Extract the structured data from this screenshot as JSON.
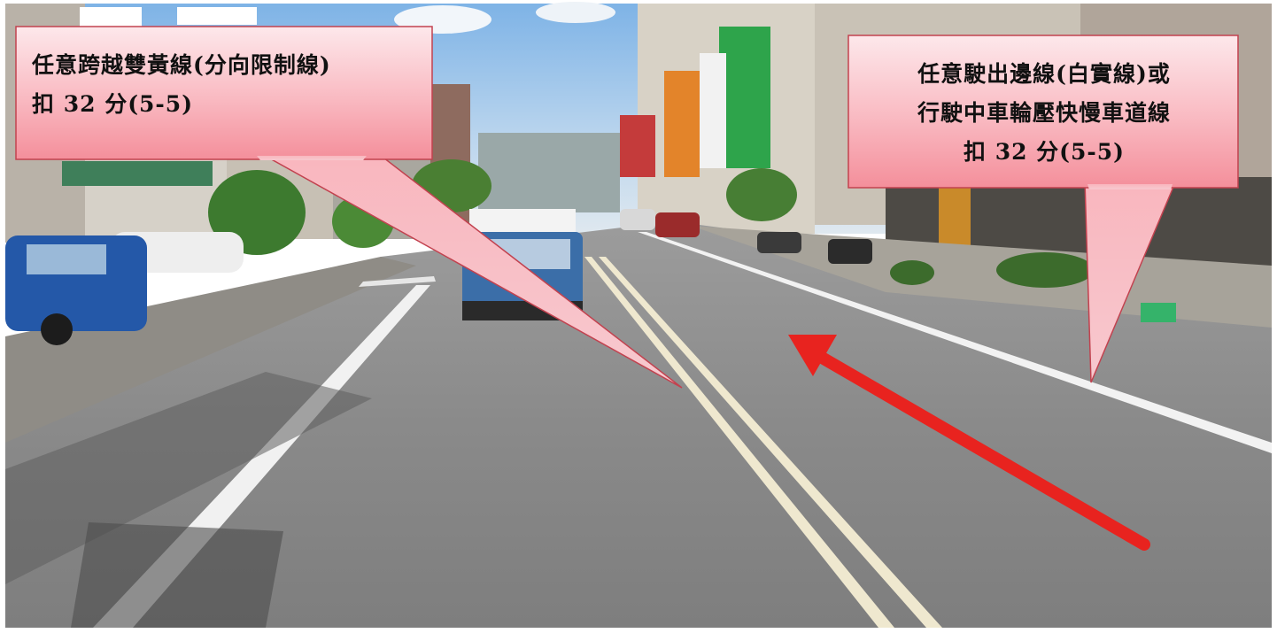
{
  "scene": {
    "description_label": "street-view-photo",
    "arrow_color": "#e8231f",
    "callout_fill_top": "#fbe3e6",
    "callout_fill_bottom": "#f59ca6",
    "callout_border": "#c2424f"
  },
  "callouts": {
    "left": {
      "lines": [
        "任意跨越雙黃線(分向限制線)",
        "扣 32 分(5-5)"
      ]
    },
    "right": {
      "lines": [
        "任意駛出邊線(白實線)或",
        "行駛中車輪壓快慢車道線",
        "扣 32 分(5-5)"
      ]
    }
  }
}
